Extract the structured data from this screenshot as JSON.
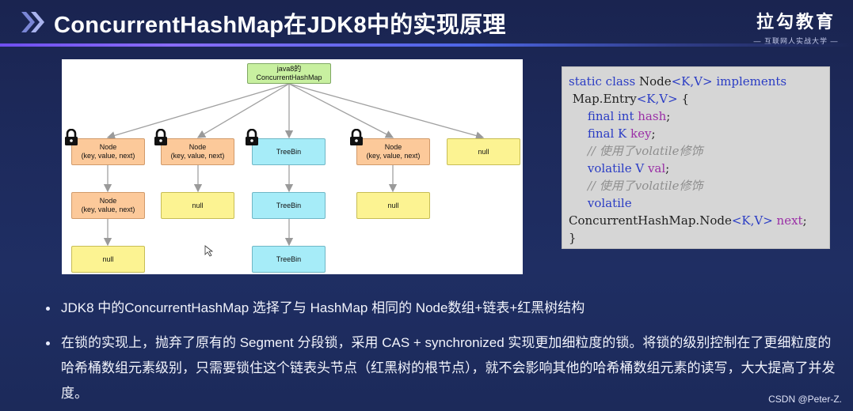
{
  "slide": {
    "title": "ConcurrentHashMap在JDK8中的实现原理",
    "logo_main": "拉勾教育",
    "logo_sub": "— 互联网人实战大学 —"
  },
  "diagram": {
    "root": "java8的\nConcurrentHashMap",
    "col1": [
      "Node\n(key, value, next)",
      "Node\n(key, value, next)",
      "null"
    ],
    "col2": [
      "Node\n(key, value, next)",
      "null"
    ],
    "col3": [
      "TreeBin",
      "TreeBin",
      "TreeBin"
    ],
    "col4": [
      "Node\n(key, value, next)",
      "null"
    ],
    "col5": [
      "null"
    ],
    "locked_columns": [
      1,
      2,
      3,
      4
    ]
  },
  "code": {
    "lines": [
      [
        "static class",
        " Node",
        "<K,V>",
        " implements"
      ],
      [
        " Map.Entry",
        "<K,V>",
        " {"
      ],
      [
        "     final int",
        " hash",
        ";"
      ],
      [
        "     final K",
        " key",
        ";"
      ],
      [
        "     // 使用了volatile修饰"
      ],
      [
        "     volatile V",
        " val",
        ";"
      ],
      [
        "     // 使用了volatile修饰"
      ],
      [
        "     volatile"
      ],
      [
        "ConcurrentHashMap.Node",
        "<K,V>",
        " next",
        ";"
      ],
      [
        "}"
      ]
    ]
  },
  "bullets": [
    "JDK8 中的ConcurrentHashMap 选择了与 HashMap 相同的 Node数组+链表+红黑树结构",
    "在锁的实现上，抛弃了原有的 Segment 分段锁，采用 CAS + synchronized 实现更加细粒度的锁。将锁的级别控制在了更细粒度的哈希桶数组元素级别，只需要锁住这个链表头节点（红黑树的根节点），就不会影响其他的哈希桶数组元素的读写，大大提高了并发度。"
  ],
  "credit": "CSDN @Peter-Z.",
  "colors": {
    "background": "#1d2a5c",
    "accent": "#6f4ff0",
    "node_orange": "#fcc99a",
    "null_yellow": "#fcf392",
    "treebin_cyan": "#a6ecf8",
    "root_green": "#c8f0a0",
    "keyword_blue": "#2a3cc4",
    "field_purple": "#9a2fa6"
  }
}
